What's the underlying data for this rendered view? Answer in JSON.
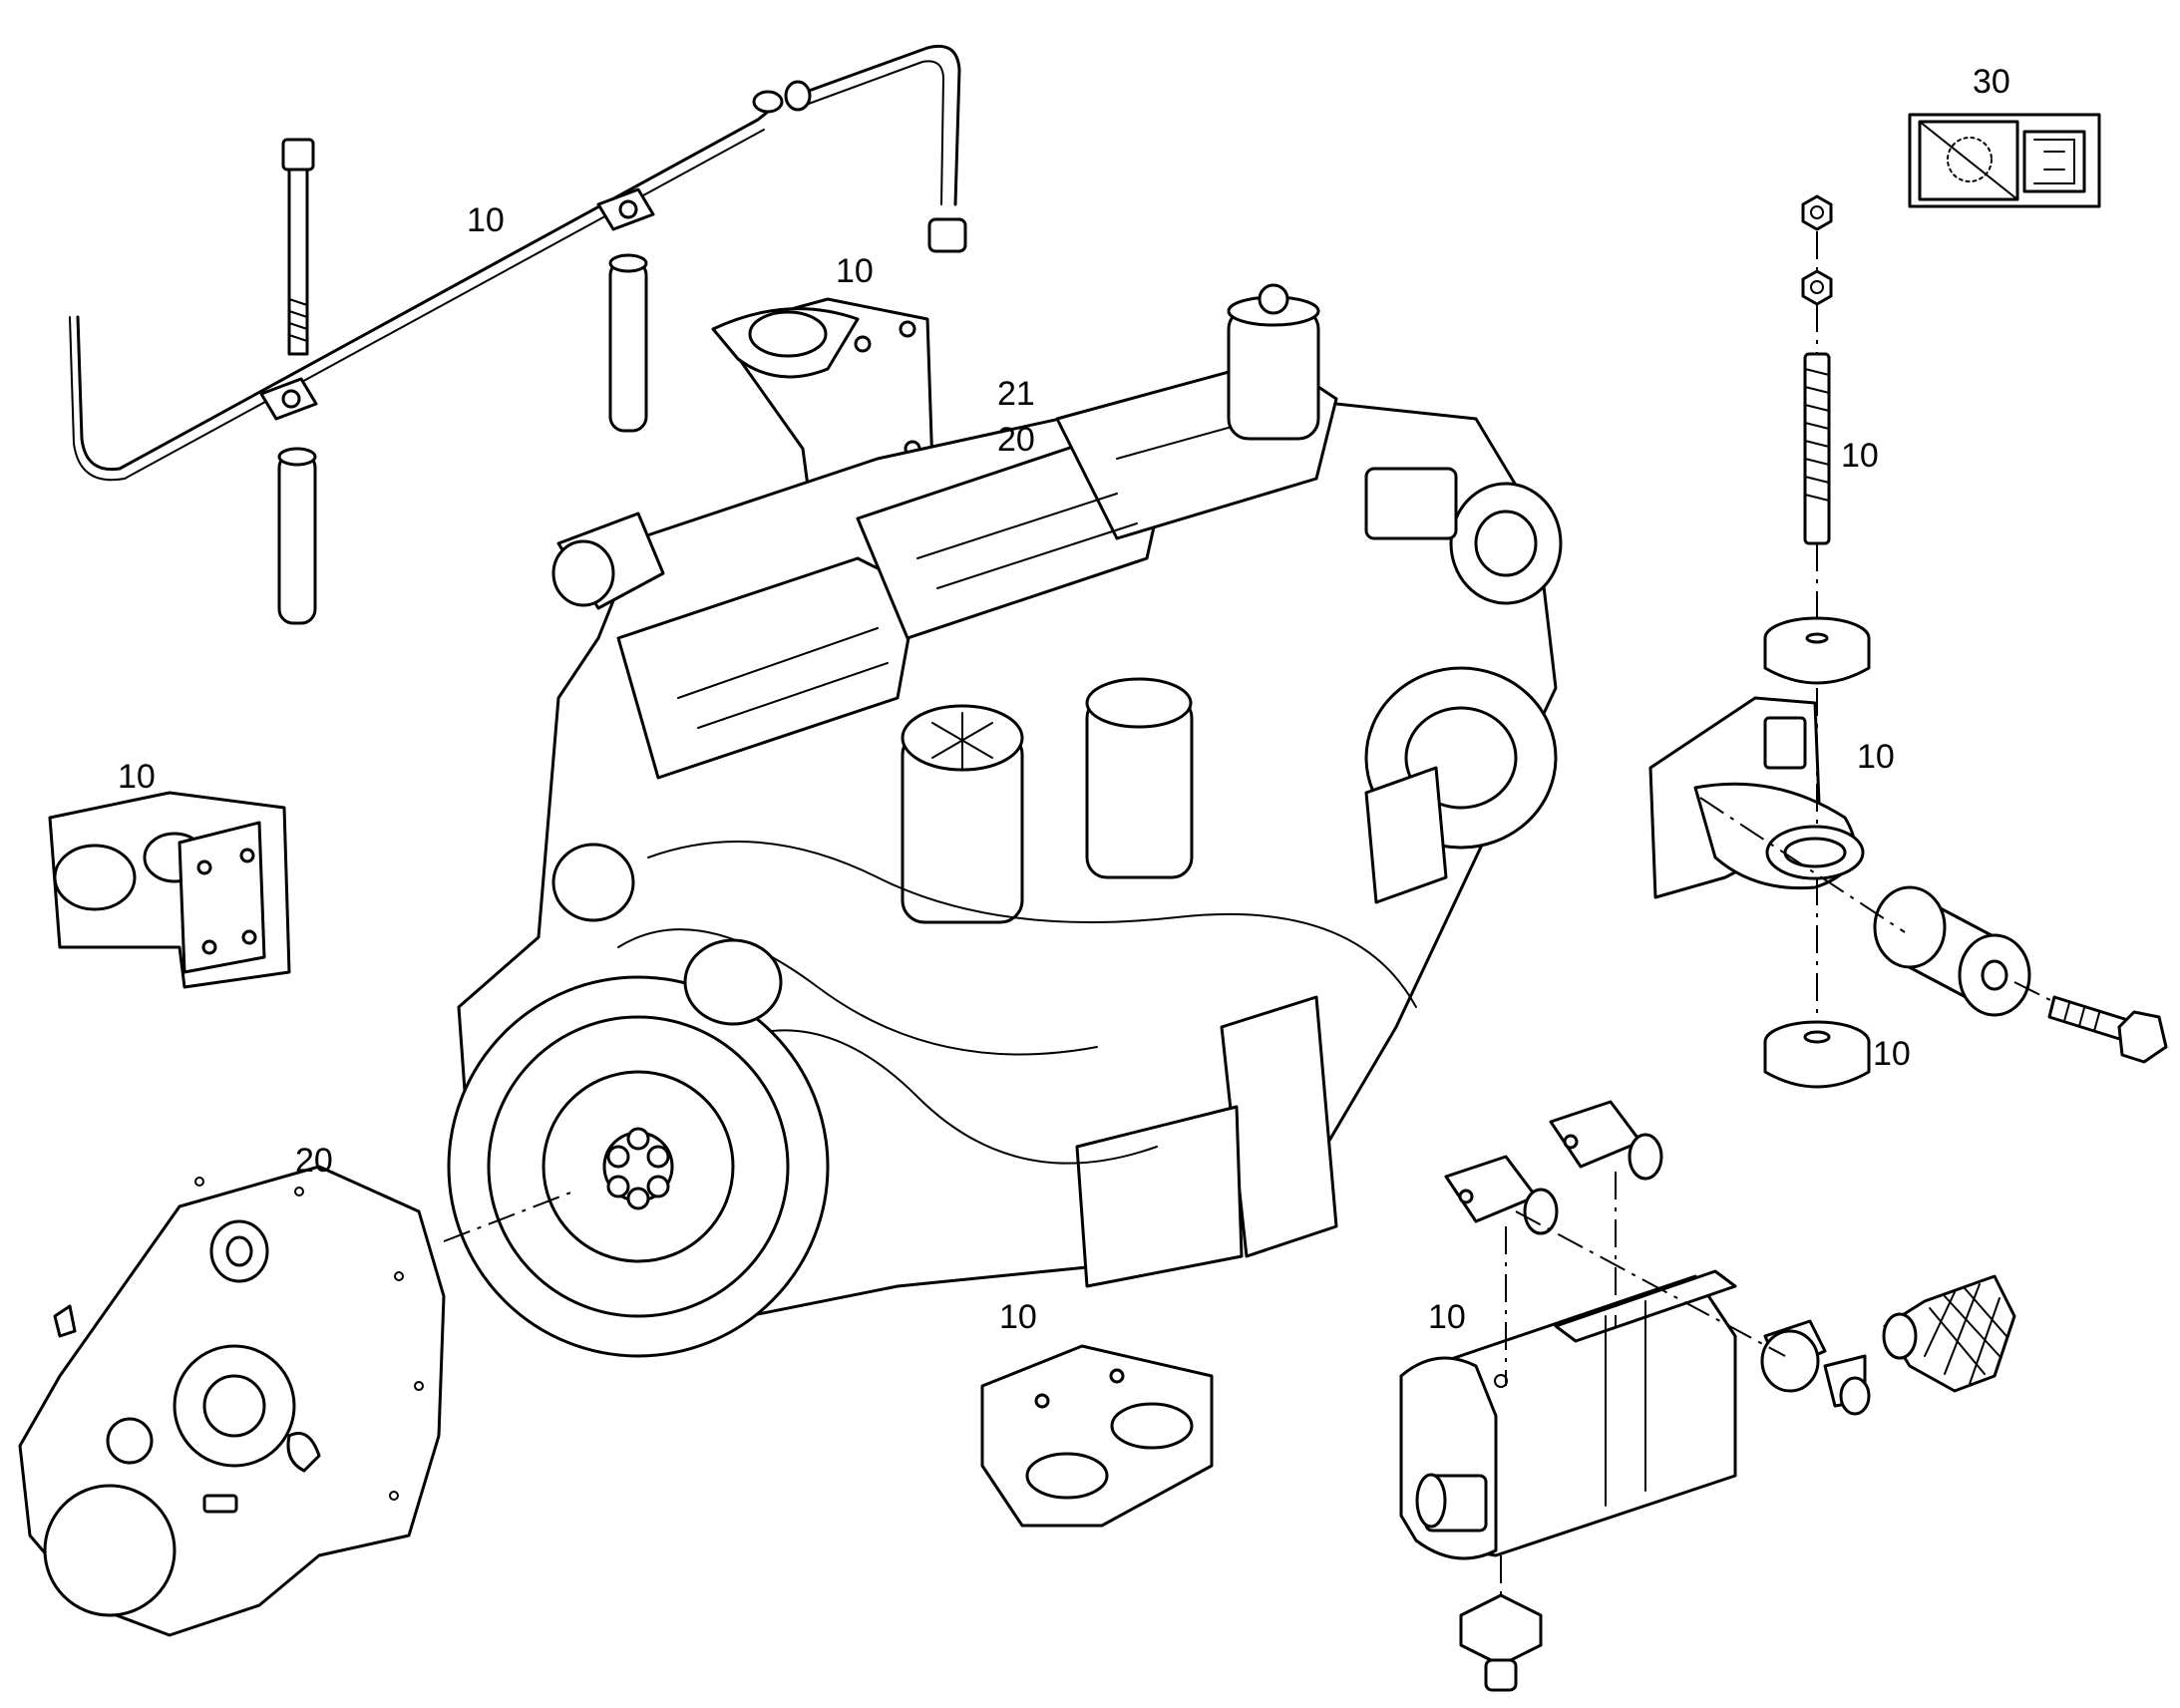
{
  "callouts": [
    {
      "id": "c-hose-10",
      "text": "10"
    },
    {
      "id": "c-bracket-top-10",
      "text": "10"
    },
    {
      "id": "c-engine-21",
      "text": "21"
    },
    {
      "id": "c-engine-20",
      "text": "20"
    },
    {
      "id": "c-label-30",
      "text": "30"
    },
    {
      "id": "c-stud-10",
      "text": "10"
    },
    {
      "id": "c-bracket-left-10",
      "text": "10"
    },
    {
      "id": "c-mount-right-10",
      "text": "10"
    },
    {
      "id": "c-bushing-10",
      "text": "10"
    },
    {
      "id": "c-flywheel-housing-20",
      "text": "20"
    },
    {
      "id": "c-bracket-bottom-10",
      "text": "10"
    },
    {
      "id": "c-pump-10",
      "text": "10"
    }
  ]
}
